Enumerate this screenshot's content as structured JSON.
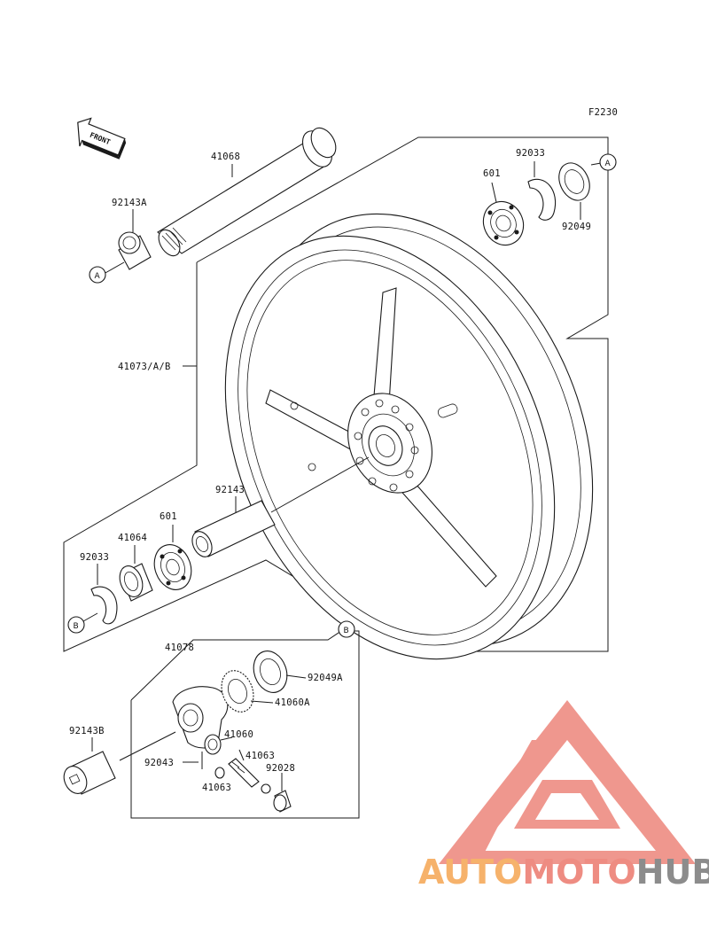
{
  "figure_code": "F2230",
  "front_arrow_text": "FRONT",
  "callouts": [
    {
      "id": "callout-41068",
      "text": "41068"
    },
    {
      "id": "callout-92143a",
      "text": "92143A"
    },
    {
      "id": "callout-92033-top",
      "text": "92033"
    },
    {
      "id": "callout-601-top",
      "text": "601"
    },
    {
      "id": "callout-92049",
      "text": "92049"
    },
    {
      "id": "callout-41073",
      "text": "41073/A/B"
    },
    {
      "id": "callout-92143",
      "text": "92143"
    },
    {
      "id": "callout-601-left",
      "text": "601"
    },
    {
      "id": "callout-41064",
      "text": "41064"
    },
    {
      "id": "callout-92033-left",
      "text": "92033"
    },
    {
      "id": "callout-41078",
      "text": "41078"
    },
    {
      "id": "callout-92049a",
      "text": "92049A"
    },
    {
      "id": "callout-41060a",
      "text": "41060A"
    },
    {
      "id": "callout-41060",
      "text": "41060"
    },
    {
      "id": "callout-41063-a",
      "text": "41063"
    },
    {
      "id": "callout-92028",
      "text": "92028"
    },
    {
      "id": "callout-92043",
      "text": "92043"
    },
    {
      "id": "callout-41063-b",
      "text": "41063"
    },
    {
      "id": "callout-92143b",
      "text": "92143B"
    }
  ],
  "markers": {
    "a": "A",
    "b": "B"
  },
  "watermark": {
    "text_part1": "AUTO",
    "text_part2": "MOTO",
    "text_part3": "HUB",
    "color_orange": "#f6b26b",
    "color_red": "#ee8c82",
    "color_gray": "#8c8c8c"
  }
}
